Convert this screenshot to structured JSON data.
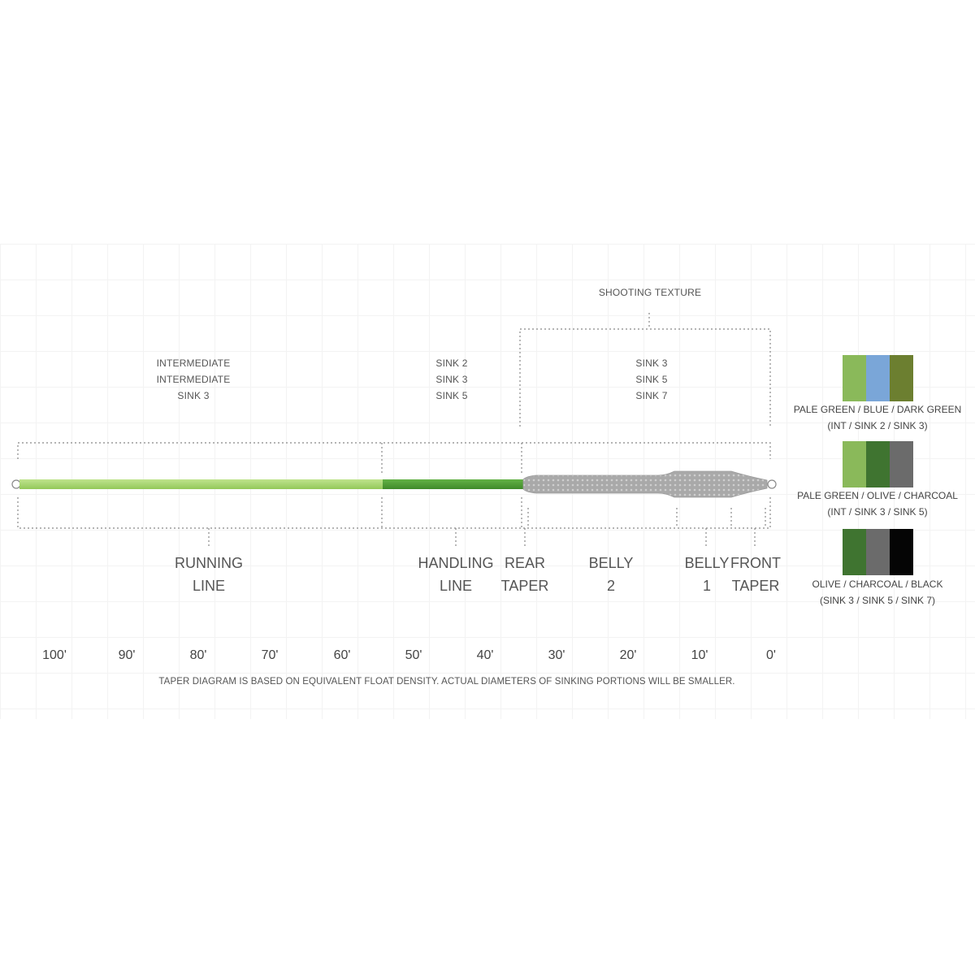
{
  "shooting_texture": "SHOOTING TEXTURE",
  "densities": {
    "running": [
      "INTERMEDIATE",
      "INTERMEDIATE",
      "SINK 3"
    ],
    "handling": [
      "SINK 2",
      "SINK 3",
      "SINK 5"
    ],
    "head": [
      "SINK 3",
      "SINK 5",
      "SINK 7"
    ]
  },
  "sections": {
    "running_line": [
      "RUNNING",
      "LINE"
    ],
    "handling_line": [
      "HANDLING",
      "LINE"
    ],
    "rear_taper": [
      "REAR",
      "TAPER"
    ],
    "belly_2": [
      "BELLY",
      "2"
    ],
    "belly_1": [
      "BELLY",
      "1"
    ],
    "front_taper": [
      "FRONT",
      "TAPER"
    ]
  },
  "distance_ticks": [
    "100'",
    "90'",
    "80'",
    "70'",
    "60'",
    "50'",
    "40'",
    "30'",
    "20'",
    "10'",
    "0'"
  ],
  "footnote": "TAPER DIAGRAM IS BASED ON EQUIVALENT FLOAT DENSITY.  ACTUAL DIAMETERS OF SINKING PORTIONS WILL BE SMALLER.",
  "legend": [
    {
      "colors": [
        "#8ab95a",
        "#7aa6d8",
        "#6c7f30"
      ],
      "name": "PALE GREEN / BLUE / DARK GREEN",
      "densities": "(INT / SINK 2 / SINK 3)"
    },
    {
      "colors": [
        "#8ab95a",
        "#3f7430",
        "#6b6b6b"
      ],
      "name": "PALE GREEN / OLIVE / CHARCOAL",
      "densities": "(INT / SINK 3 / SINK 5)"
    },
    {
      "colors": [
        "#3f7430",
        "#6b6b6b",
        "#050505"
      ],
      "name": "OLIVE / CHARCOAL / BLACK",
      "densities": "(SINK 3 / SINK 5 / SINK 7)"
    }
  ],
  "line_colors": {
    "running": "#a6d66a",
    "handling": "#4c9d33",
    "head": "#a8a8a8"
  }
}
